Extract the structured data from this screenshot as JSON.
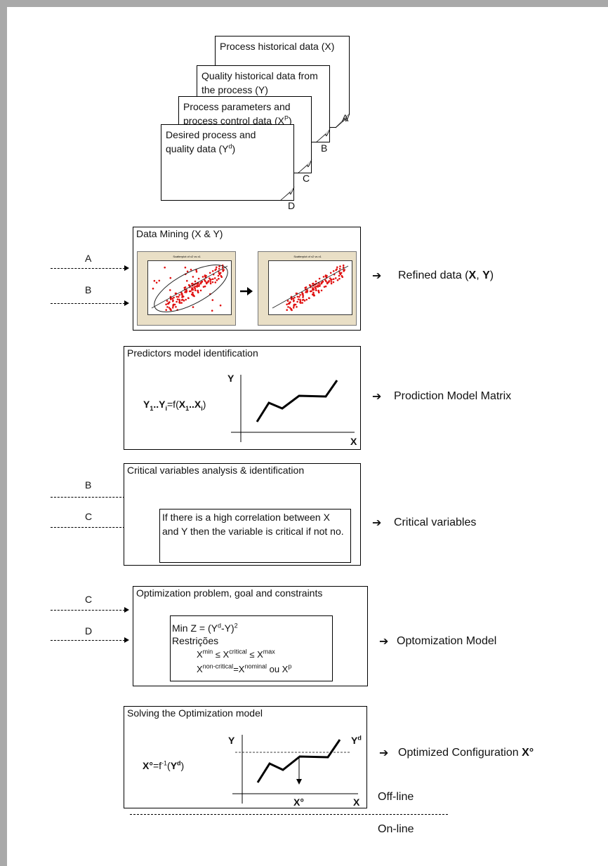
{
  "documents": [
    {
      "text_html": "Process historical data (X)",
      "letter": "A"
    },
    {
      "text_html": "Quality historical data from the process (Y)",
      "letter": "B"
    },
    {
      "text_html": "Process parameters and process control data (X<sup>P</sup>)",
      "letter": "C"
    },
    {
      "text_html": "Desired process and quality data (Y<sup>d</sup>)",
      "letter": "D"
    }
  ],
  "steps": {
    "data_mining": {
      "title": "Data Mining (X & Y)",
      "inputs": [
        "A",
        "B"
      ],
      "scatter_title": "Scatterplot of x2 vs x1",
      "output_html": "Refined data (<b>X</b>, <b>Y</b>)"
    },
    "predictors": {
      "title": "Predictors model identification",
      "formula_html": "<b>Y<sub>1</sub>..Y<sub>i</sub></b>=f(<b>X<sub>1</sub>..X<sub>i</sub></b>)",
      "axis_y": "Y",
      "axis_x": "X",
      "output": "Prodiction Model Matrix"
    },
    "critical": {
      "title": "Critical variables analysis & identification",
      "inputs": [
        "B",
        "C"
      ],
      "inner_text": "If there is a high correlation between X and Y then the variable is critical if not no.",
      "output": "Critical variables"
    },
    "optimization": {
      "title": "Optimization problem, goal and constraints",
      "inputs": [
        "C",
        "D"
      ],
      "line1_html": "Min Z = (Y<sup>d</sup>-Y)<sup>2</sup>",
      "line2": "Restrições",
      "line3_html": "X<sup>min</sup> ≤ X<sup>critical</sup> ≤ X<sup>max</sup>",
      "line4_html": "X<sup>non-critical</sup>=X<sup>nominal</sup> ou X<sup>p</sup>",
      "output": "Optomization Model"
    },
    "solving": {
      "title": "Solving the Optimization model",
      "formula_html": "<b>X°</b>=f<sup>-1</sup>(<b>Y<sup>d</sup></b>)",
      "axis_y": "Y",
      "axis_x": "X",
      "yd_html": "Y<sup>d</sup>",
      "xo_html": "X°",
      "output_html": "Optimized Configuration <b>X°</b>"
    }
  },
  "offline_label": "Off-line",
  "online_label": "On-line",
  "arrow_glyph": "➔"
}
